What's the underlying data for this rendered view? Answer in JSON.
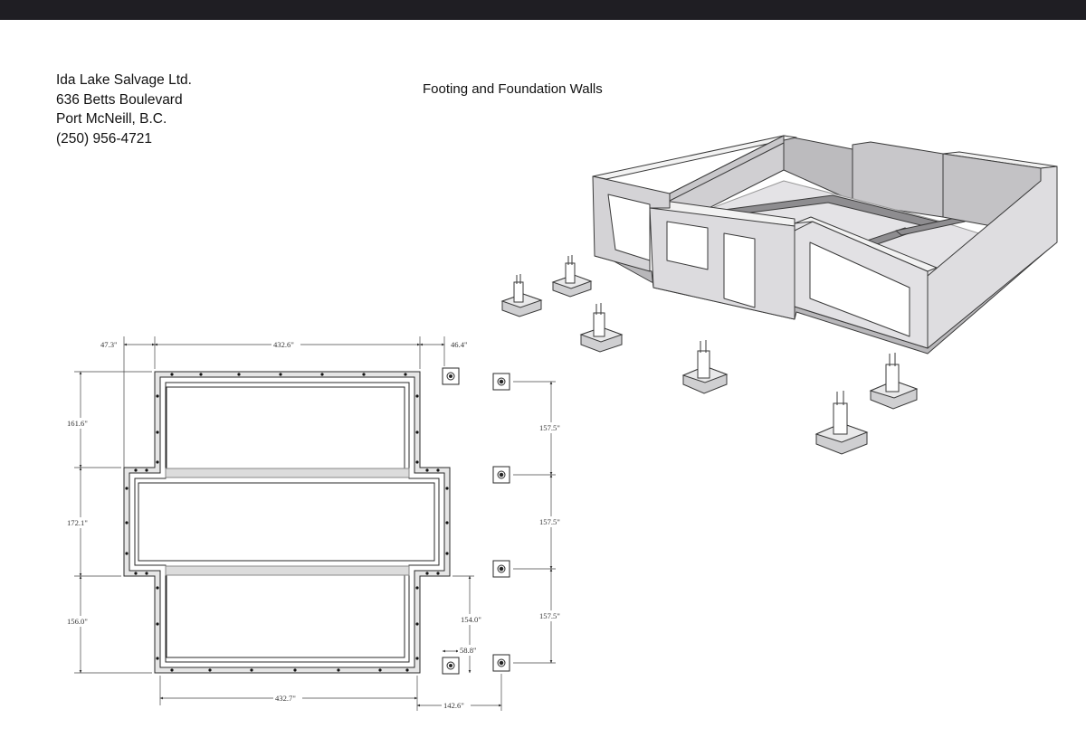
{
  "company": {
    "name": "Ida Lake Salvage Ltd.",
    "address": "636 Betts Boulevard",
    "city": "Port McNeill, B.C.",
    "phone": "(250) 956-4721"
  },
  "title": "Footing and Foundation Walls",
  "colors": {
    "header_bar": "#1f1e23",
    "wall_face": "#d9d8da",
    "wall_side": "#c5c4c7",
    "wall_top": "#eeeeee",
    "line": "#222222"
  },
  "plan_dimensions": {
    "top_left": "47.3\"",
    "top_middle": "432.6\"",
    "top_right": "46.4\"",
    "left_top": "161.6\"",
    "left_middle": "172.1\"",
    "left_bottom": "156.0\"",
    "pier_spacing_1": "157.5\"",
    "pier_spacing_2": "157.5\"",
    "pier_spacing_3": "157.5\"",
    "inner_right": "154.0\"",
    "pier_offset": "58.8\"",
    "bottom_middle": "432.7\"",
    "bottom_right": "142.6\""
  }
}
